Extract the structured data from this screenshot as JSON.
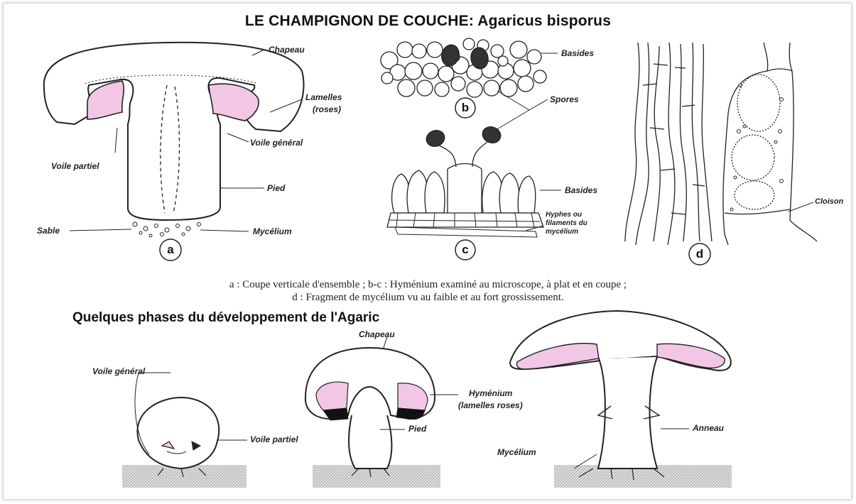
{
  "title": "LE CHAMPIGNON DE COUCHE: Agaricus bisporus",
  "subtitle": "Quelques phases du développement de l'Agaric",
  "captions": {
    "line1": "a : Coupe verticale d'ensemble ; b-c : Hyménium examiné au microscope, à plat et en coupe ;",
    "line2": "d : Fragment de mycélium vu au faible et au fort grossissement."
  },
  "panel_letters": {
    "a": "a",
    "b": "b",
    "c": "c",
    "d": "d"
  },
  "labels_a": {
    "chapeau": "Chapeau",
    "lamelles": "Lamelles",
    "lamelles_roses": "(roses)",
    "voile_general": "Voile général",
    "voile_partiel": "Voile partiel",
    "pied": "Pied",
    "sable": "Sable",
    "mycelium": "Mycélium"
  },
  "labels_bc": {
    "basides_b": "Basides",
    "spores": "Spores",
    "basides_c": "Basides",
    "hyphes_1": "Hyphes ou",
    "hyphes_2": "filaments du",
    "hyphes_3": "mycélium"
  },
  "labels_d": {
    "cloison": "Cloison"
  },
  "labels_dev": {
    "voile_general": "Voile général",
    "voile_partiel": "Voile partiel",
    "chapeau": "Chapeau",
    "hymenium": "Hyménium",
    "lamelles_roses": "(lamelles roses)",
    "pied": "Pied",
    "anneau": "Anneau",
    "mycelium": "Mycélium"
  },
  "colors": {
    "lamellae_pink": "#f2c7e6",
    "ink": "#222222",
    "spore": "#333333",
    "ground": "#d9d9d9"
  }
}
